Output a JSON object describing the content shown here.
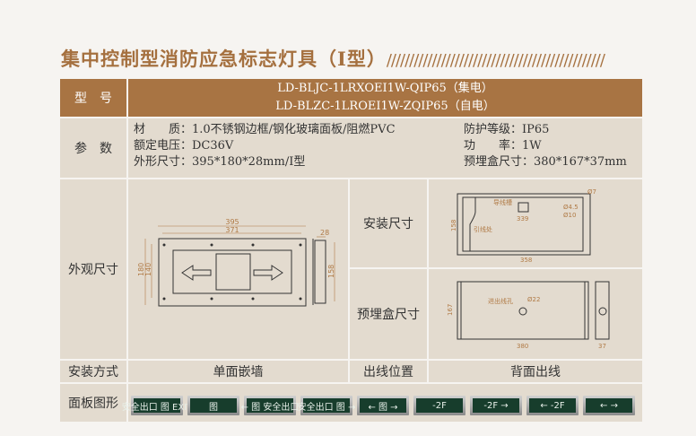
{
  "title": "集中控制型消防应急标志灯具（Ⅰ型）",
  "title_decor": "////////////////////////////////////////////////",
  "rows": {
    "model_label": "型　号",
    "models": [
      "LD-BLJC-1LRXOEⅠ1W-QIP65（集电）",
      "LD-BLZC-1LROEⅠ1W-ZQIP65（自电）"
    ],
    "params_label": "参　数",
    "params_left": [
      "材　　质：1.0不锈钢边框/钢化玻璃面板/阻燃PVC",
      "额定电压：DC36V",
      "外形尺寸：395*180*28mm/Ⅰ型"
    ],
    "params_right": [
      "防护等级：IP65",
      "功　　率：1W",
      "预埋盒尺寸：380*167*37mm"
    ],
    "appearance_label": "外观尺寸",
    "install_size_label": "安装尺寸",
    "box_size_label": "预埋盒尺寸",
    "install_method_label": "安装方式",
    "install_method_value": "单面嵌墙",
    "outlet_label": "出线位置",
    "outlet_value": "背面出线",
    "panel_label": "面板图形"
  },
  "drawing": {
    "front": {
      "w": "395",
      "inner_w": "371",
      "h": "180",
      "inner_h": "140",
      "depth": "28",
      "side_h": "158"
    },
    "install": {
      "slot": "导线槽",
      "hole_a": "Ø4.5",
      "hole_b": "Ø10",
      "hole_c": "Ø7",
      "dist": "339",
      "wire": "引线处",
      "h": "158",
      "w": "358"
    },
    "box": {
      "hole": "进出线孔",
      "dia": "Ø22",
      "h": "167",
      "w": "380",
      "d": "37"
    }
  },
  "panels": [
    "安全出口 图 EXIT",
    "图",
    "← 图 安全出口",
    "安全出口 图 →",
    "← 图 →",
    "-2F",
    "-2F →",
    "← -2F",
    "← →"
  ],
  "colors": {
    "accent": "#a87443",
    "cell": "#e3dbcf",
    "dim": "#b07a45",
    "sign": "#173d2c"
  }
}
